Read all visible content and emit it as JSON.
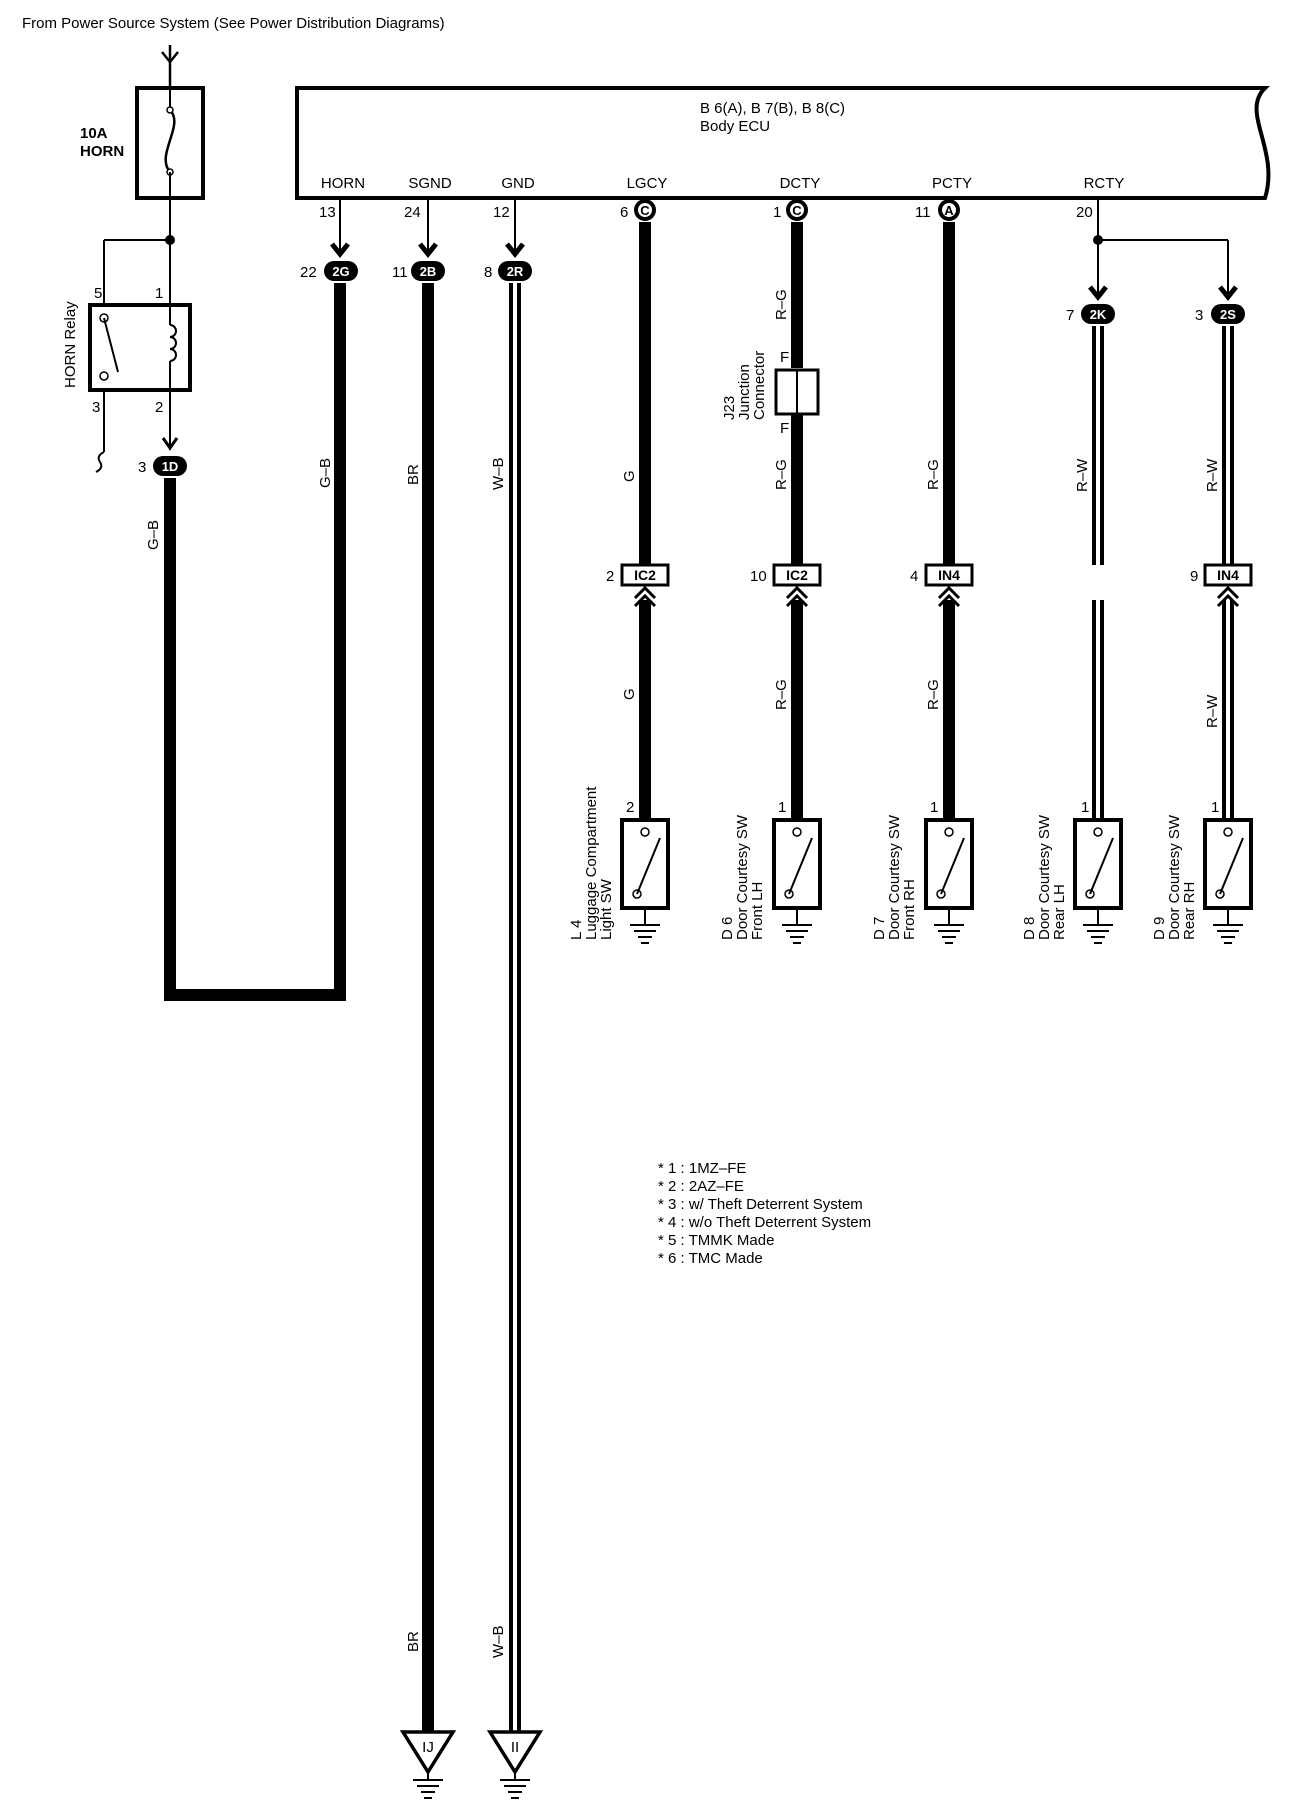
{
  "header": {
    "source_note": "From Power Source System (See Power Distribution Diagrams)"
  },
  "fuse": {
    "rating": "10A",
    "name": "HORN"
  },
  "relay": {
    "name": "HORN Relay",
    "pins": [
      "5",
      "1",
      "3",
      "2"
    ]
  },
  "ecu": {
    "connectors": "B 6(A), B 7(B), B 8(C)",
    "name": "Body ECU"
  },
  "terminals": [
    {
      "name": "HORN",
      "pin": "13"
    },
    {
      "name": "SGND",
      "pin": "24"
    },
    {
      "name": "GND",
      "pin": "12"
    },
    {
      "name": "LGCY",
      "pin": "6",
      "conn": "C"
    },
    {
      "name": "DCTY",
      "pin": "1",
      "conn": "C"
    },
    {
      "name": "PCTY",
      "pin": "11",
      "conn": "A"
    },
    {
      "name": "RCTY",
      "pin": "20"
    }
  ],
  "connectors": {
    "c1d": {
      "pin": "3",
      "id": "1D"
    },
    "c2g": {
      "pin": "22",
      "id": "2G"
    },
    "c2b": {
      "pin": "11",
      "id": "2B"
    },
    "c2r": {
      "pin": "8",
      "id": "2R"
    },
    "c2k": {
      "pin": "7",
      "id": "2K"
    },
    "c2s": {
      "pin": "3",
      "id": "2S"
    }
  },
  "wires": {
    "horn_relay_out": "G–B",
    "horn": "G–B",
    "sgnd": "BR",
    "gnd": "W–B",
    "lgcy_top": "G",
    "lgcy_bottom": "G",
    "dcty_top": "R–G",
    "dcty_mid": "R–G",
    "dcty_bottom": "R–G",
    "pcty_top": "R–G",
    "pcty_bottom": "R–G",
    "rcty_lh": "R–W",
    "rcty_rh_top": "R–W",
    "rcty_rh_bottom": "R–W",
    "sgnd_bottom": "BR",
    "gnd_bottom": "W–B"
  },
  "junction": {
    "id": "J23",
    "name1": "Junction",
    "name2": "Connector",
    "pin_top": "F",
    "pin_bottom": "F"
  },
  "inline": [
    {
      "pin": "2",
      "id": "IC2"
    },
    {
      "pin": "10",
      "id": "IC2"
    },
    {
      "pin": "4",
      "id": "IN4"
    },
    {
      "pin": "9",
      "id": "IN4"
    }
  ],
  "switches": [
    {
      "pin": "2",
      "id": "L 4",
      "line1": "Luggage Compartment",
      "line2": "Light SW"
    },
    {
      "pin": "1",
      "id": "D 6",
      "line1": "Door Courtesy SW",
      "line2": "Front LH"
    },
    {
      "pin": "1",
      "id": "D 7",
      "line1": "Door Courtesy SW",
      "line2": "Front RH"
    },
    {
      "pin": "1",
      "id": "D 8",
      "line1": "Door Courtesy SW",
      "line2": "Rear LH"
    },
    {
      "pin": "1",
      "id": "D 9",
      "line1": "Door Courtesy SW",
      "line2": "Rear RH"
    }
  ],
  "grounds": [
    {
      "id": "IJ"
    },
    {
      "id": "II"
    }
  ],
  "notes": [
    "* 1 : 1MZ–FE",
    "* 2 : 2AZ–FE",
    "* 3 : w/ Theft Deterrent System",
    "* 4 : w/o Theft Deterrent System",
    "* 5 : TMMK Made",
    "* 6 : TMC Made"
  ]
}
